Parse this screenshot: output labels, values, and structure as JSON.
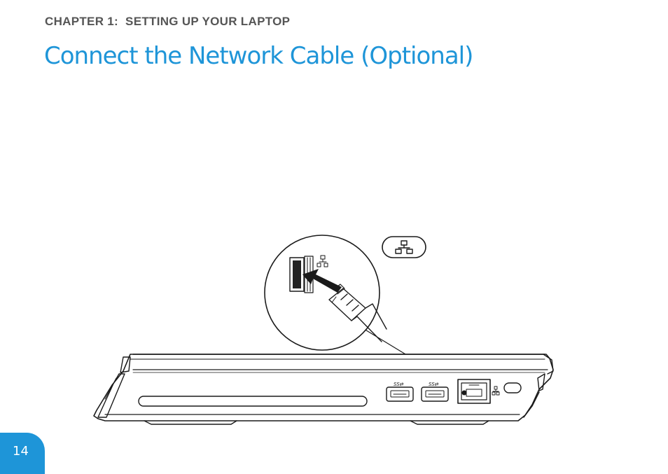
{
  "header": {
    "chapter": "CHAPTER 1:  SETTING UP YOUR LAPTOP",
    "title": "Connect the Network Cable (Optional)"
  },
  "footer": {
    "page_number": "14"
  },
  "colors": {
    "accent": "#1e95d8",
    "chapter_text": "#555555",
    "line_art": "#1a1a1a"
  },
  "illustration": {
    "icons": [
      "network-icon",
      "usb3-icon",
      "network-port",
      "optical-drive-slot",
      "connector-arrow",
      "rj45-plug"
    ]
  }
}
